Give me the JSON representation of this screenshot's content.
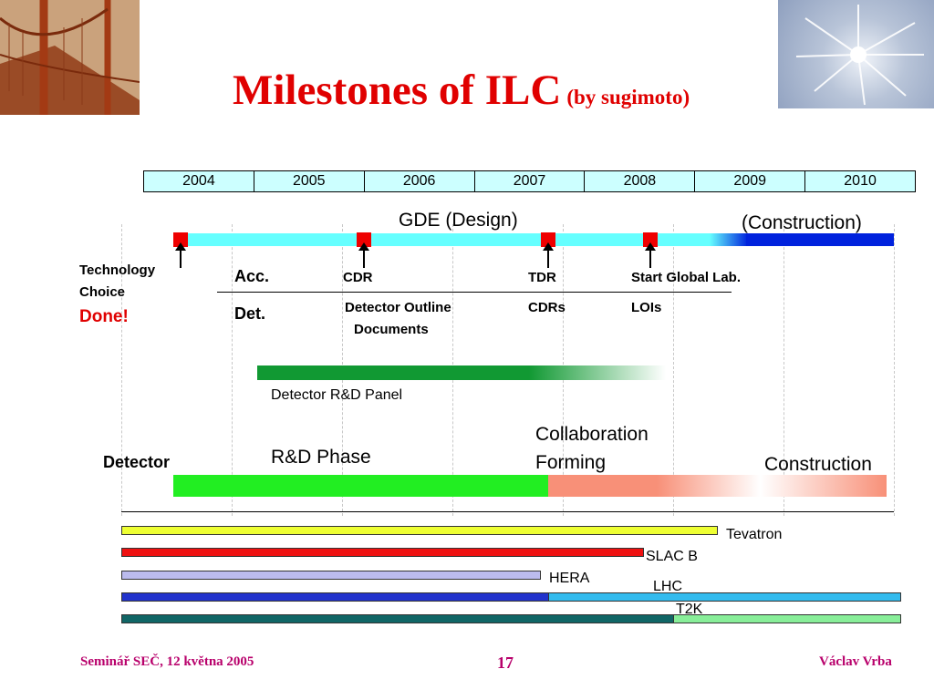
{
  "title": {
    "main": "Milestones of ILC",
    "sub": "(by sugimoto)"
  },
  "years": [
    "2004",
    "2005",
    "2006",
    "2007",
    "2008",
    "2009",
    "2010"
  ],
  "gde": {
    "design_label": "GDE (Design)",
    "construction_label": "(Construction)"
  },
  "technology_choice": {
    "line1": "Technology",
    "line2": "Choice",
    "done": "Done!"
  },
  "rows": {
    "acc": "Acc.",
    "det": "Det."
  },
  "milestones": {
    "cdr": "CDR",
    "detector_outline_line1": "Detector Outline",
    "detector_outline_line2": "Documents",
    "tdr": "TDR",
    "cdrs": "CDRs",
    "start_global_lab": "Start Global Lab.",
    "lois": "LOIs"
  },
  "detector_rd_panel": "Detector R&D Panel",
  "detector": {
    "label": "Detector",
    "rd_phase": "R&D Phase",
    "collab_line1": "Collaboration",
    "collab_line2": "Forming",
    "construction": "Construction"
  },
  "facilities": {
    "tevatron": "Tevatron",
    "slac_b": "SLAC B",
    "hera": "HERA",
    "lhc": "LHC",
    "t2k": "T2K"
  },
  "footer": {
    "left": "Seminář SEČ, 12 května 2005",
    "page": "17",
    "right": "Václav Vrba"
  },
  "colors": {
    "title": "#e00000",
    "gde_bar": "#66ffff",
    "construction_bar": "#0022dd",
    "milestone": "#ee0000",
    "rd_panel": "#119933",
    "rd_phase": "#22ee22",
    "construction": "#f89078",
    "tevatron": "#eeff33",
    "slac_b": "#ee1111",
    "hera": "#bbbbee",
    "lhc_1": "#2233cc",
    "lhc_2": "#33bbee",
    "t2k_1": "#116666",
    "t2k_2": "#88ee99",
    "footer": "#b8006b"
  }
}
